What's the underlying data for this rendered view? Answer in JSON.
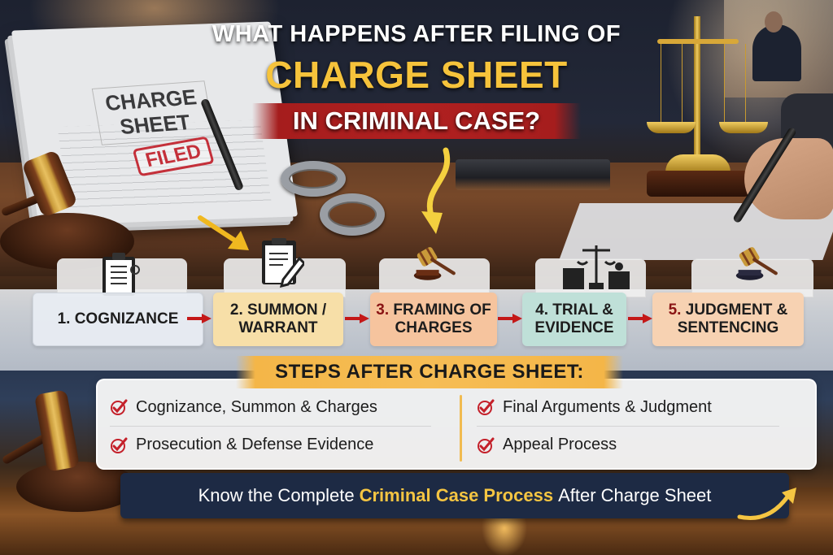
{
  "headline": {
    "line1": "WHAT HAPPENS AFTER FILING OF",
    "line2": "CHARGE SHEET",
    "line3": "IN CRIMINAL CASE?"
  },
  "scene": {
    "document_title": "CHARGE SHEET",
    "document_stamp": "FILED"
  },
  "steps": [
    {
      "number": "1.",
      "label": "Cognizance",
      "icon": "clipboard-checklist-icon",
      "color": "#e8ecf2"
    },
    {
      "number": "2.",
      "label": "Summon / Warrant",
      "icon": "document-pen-icon",
      "color": "#f7dfa8"
    },
    {
      "number": "3.",
      "label": "Framing of Charges",
      "icon": "gavel-icon",
      "color": "#f6c49e"
    },
    {
      "number": "4.",
      "label": "Trial & Evidence",
      "icon": "courtroom-scales-icon",
      "color": "#bfe0d8"
    },
    {
      "number": "5.",
      "label": "Judgment & Sentencing",
      "icon": "gavel-icon",
      "color": "#f7d2b2"
    }
  ],
  "checklist": {
    "title": "STEPS AFTER CHARGE SHEET:",
    "left": [
      "Cognizance, Summon & Charges",
      "Prosecution & Defense Evidence"
    ],
    "right": [
      "Final Arguments & Judgment",
      "Appeal Process"
    ]
  },
  "footer": {
    "prefix": "Know the Complete",
    "highlight": "Criminal Case Process",
    "suffix": "After Charge Sheet"
  },
  "colors": {
    "headline_yellow": "#f6c33b",
    "banner_red": "#b02020",
    "check_red": "#c4202a",
    "title_orange": "#f4b648",
    "footer_navy": "#1d2a44",
    "footer_highlight": "#f5c542"
  }
}
